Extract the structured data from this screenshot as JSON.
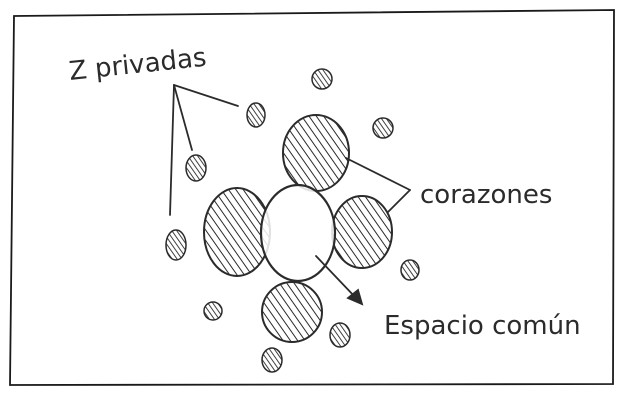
{
  "labels": {
    "private_zones": "Z privadas",
    "hearts": "corazones",
    "common_space": "Espacio común"
  },
  "colors": {
    "ink": "#2b2b2b",
    "frame": "#1a1a1a",
    "paper": "#ffffff"
  }
}
